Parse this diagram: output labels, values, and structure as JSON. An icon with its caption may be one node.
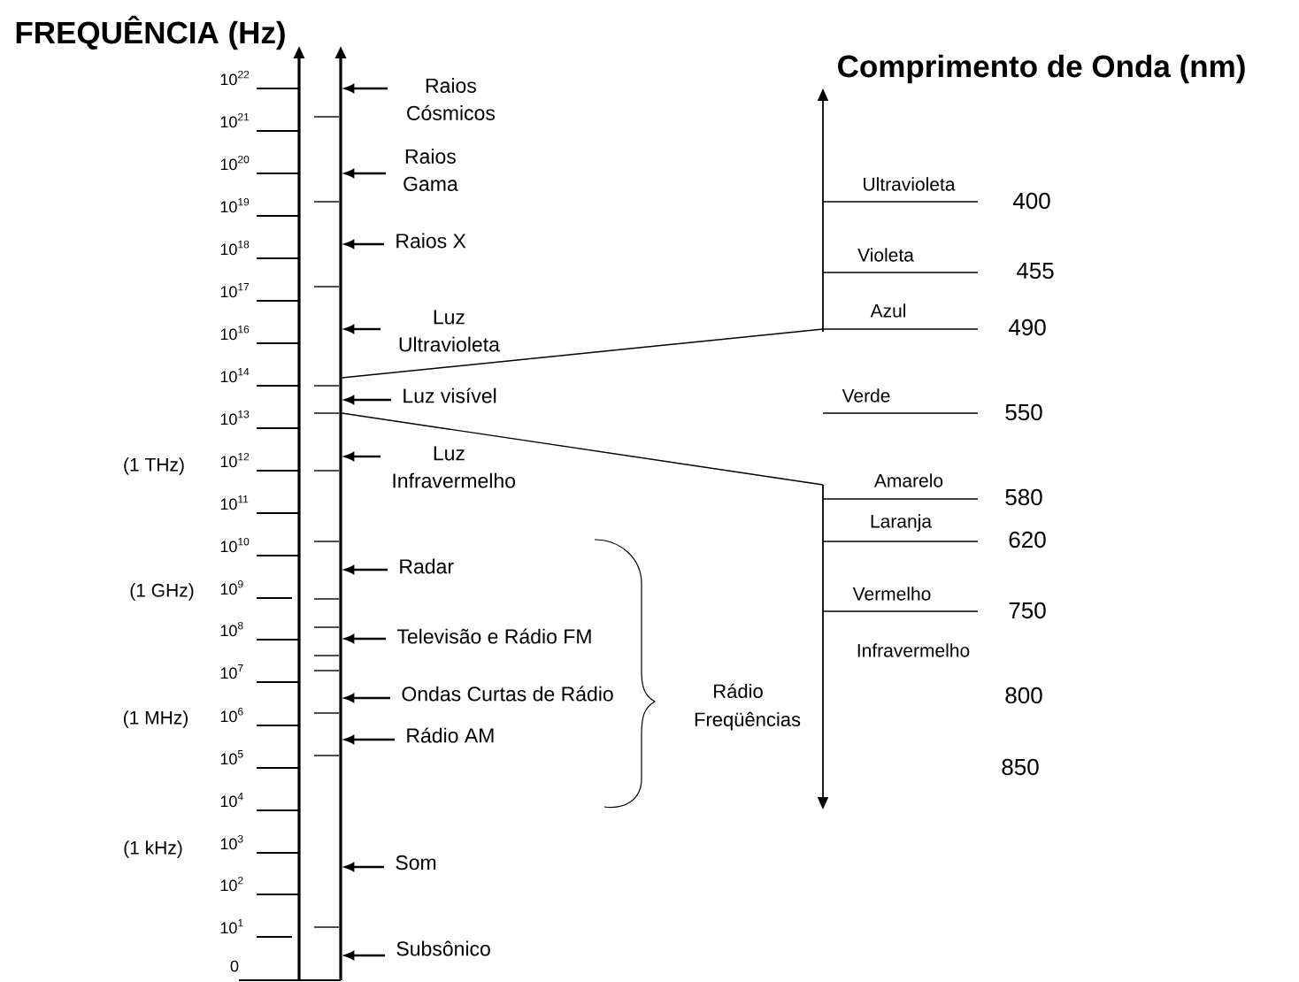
{
  "diagram": {
    "nodes": [
      {
        "text": [],
        "shape": "bar",
        "beside": [
          "FREQUÊNCIA (Hz)"
        ]
      },
      {
        "text": [
          "Raios Cósmicos"
        ]
      },
      {
        "text": [
          "Raios Gama"
        ]
      },
      {
        "text": [
          "Raios X"
        ]
      },
      {
        "text": [
          "Luz Ultravioleta"
        ]
      },
      {
        "text": [
          "Luz visível"
        ]
      },
      {
        "text": [
          "Luz Infravermelho"
        ]
      },
      {
        "text": [
          "Radar"
        ]
      },
      {
        "text": [
          "Televisão e Rádio FM"
        ]
      },
      {
        "text": [
          "Ondas Curtas de Rádio"
        ]
      },
      {
        "text": [
          "Rádio AM"
        ]
      },
      {
        "text": [
          "Som"
        ]
      },
      {
        "text": [
          "Subsônico"
        ]
      },
      {
        "text": [],
        "shape": "bar",
        "beside": [
          "Comprimento de Onda (nm)"
        ]
      }
    ],
    "edges": [
      {
        "from": 1,
        "to": 0,
        "arrow": "to"
      },
      {
        "from": 2,
        "to": 0,
        "arrow": "to"
      },
      {
        "from": 3,
        "to": 0,
        "arrow": "to"
      },
      {
        "from": 4,
        "to": 0,
        "arrow": "to"
      },
      {
        "from": 5,
        "to": 0,
        "arrow": "to"
      },
      {
        "from": 6,
        "to": 0,
        "arrow": "to"
      },
      {
        "from": 7,
        "to": 0,
        "arrow": "to"
      },
      {
        "from": 8,
        "to": 0,
        "arrow": "to"
      },
      {
        "from": 9,
        "to": 0,
        "arrow": "to"
      },
      {
        "from": 10,
        "to": 0,
        "arrow": "to"
      },
      {
        "from": 11,
        "to": 0,
        "arrow": "to"
      },
      {
        "from": 12,
        "to": 0,
        "arrow": "to"
      },
      {
        "from": 0,
        "to": 13,
        "arrow": "none"
      },
      {
        "from": 0,
        "to": 13,
        "arrow": "none"
      }
    ],
    "labels": [
      "10$^{22}$",
      "10$^{21}$",
      "10$^{20}$",
      "10$^{19}$",
      "10$^{18}$",
      "10$^{17}$",
      "10$^{16}$",
      "10$^{14}$",
      "10$^{13}$",
      "(1 THz)",
      "10$^{12}$",
      "10$^{11}$",
      "10$^{10}$",
      "(1 GHz)",
      "10$^{9}$",
      "10$^{8}$",
      "10$^{7}$",
      "(1 MHz)",
      "10$^{6}$",
      "10$^{5}$",
      "10$^{4}$",
      "(1 kHz)",
      "10$^{3}$",
      "10$^{2}$",
      "10$^{1}$",
      "0",
      "Rádio Freqüências",
      "Ultravioleta",
      "400",
      "Violeta",
      "455",
      "Azul",
      "490",
      "Verde",
      "550",
      "Amarelo",
      "580",
      "Laranja",
      "620",
      "Vermelho",
      "750",
      "Infravermelho",
      "800",
      "850"
    ]
  }
}
